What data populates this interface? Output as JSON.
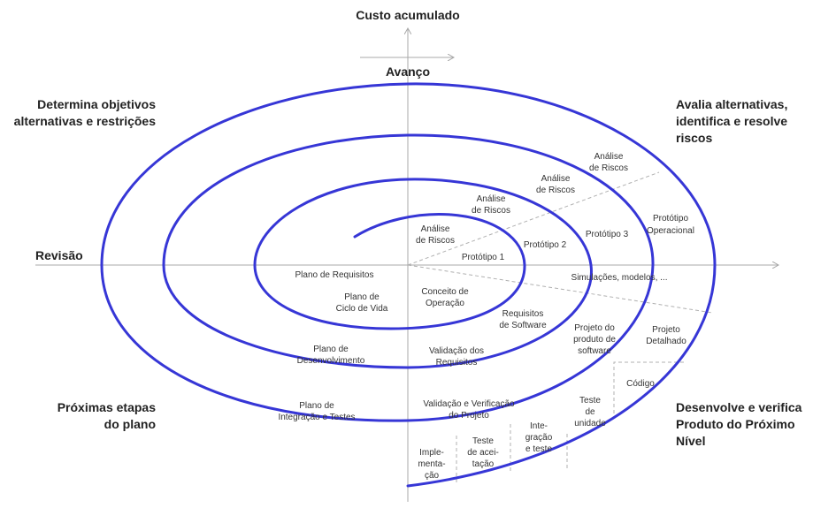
{
  "axes": {
    "top": "Custo acumulado",
    "progress": "Avanço",
    "left": "Revisão"
  },
  "quadrants": {
    "top_left": [
      "Determina objetivos",
      "alternativas e restrições"
    ],
    "top_right": [
      "Avalia alternativas,",
      "identifica e resolve",
      "riscos"
    ],
    "bottom_left": [
      "Próximas etapas",
      "do plano"
    ],
    "bottom_right": [
      "Desenvolve e verifica",
      "Produto do Próximo",
      "Nível"
    ]
  },
  "risk_analysis": [
    [
      "Análise",
      "de Riscos"
    ],
    [
      "Análise",
      "de Riscos"
    ],
    [
      "Análise",
      "de Riscos"
    ],
    [
      "Análise",
      "de Riscos"
    ]
  ],
  "prototypes": {
    "p1": "Protótipo 1",
    "p2": "Protótipo 2",
    "p3": "Protótipo 3",
    "operational": [
      "Protótipo",
      "Operacional"
    ]
  },
  "simulations": "Simulações, modelos, ...",
  "planning": {
    "requirements_plan": "Plano de Requisitos",
    "lifecycle_plan": [
      "Plano de",
      "Ciclo de Vida"
    ],
    "development_plan": [
      "Plano de",
      "Desenvolvimento"
    ],
    "integration_plan": [
      "Plano de",
      "Integração e Testes"
    ]
  },
  "development": {
    "concept": [
      "Conceito de",
      "Operação"
    ],
    "software_requirements": [
      "Requisitos",
      "de Software"
    ],
    "product_design": [
      "Projeto do",
      "produto de",
      "software"
    ],
    "detailed_design": [
      "Projeto",
      "Detalhado"
    ],
    "requirements_validation": [
      "Validação dos",
      "Requisitos"
    ],
    "design_vv": [
      "Validação e Verificação",
      "do Projeto"
    ],
    "code": "Código",
    "unit_test": [
      "Teste",
      "de",
      "unidade"
    ],
    "integration_test": [
      "Inte-",
      "gração",
      "e teste"
    ],
    "acceptance_test": [
      "Teste",
      "de acei-",
      "tação"
    ],
    "implementation": [
      "Imple-",
      "menta-",
      "ção"
    ]
  }
}
